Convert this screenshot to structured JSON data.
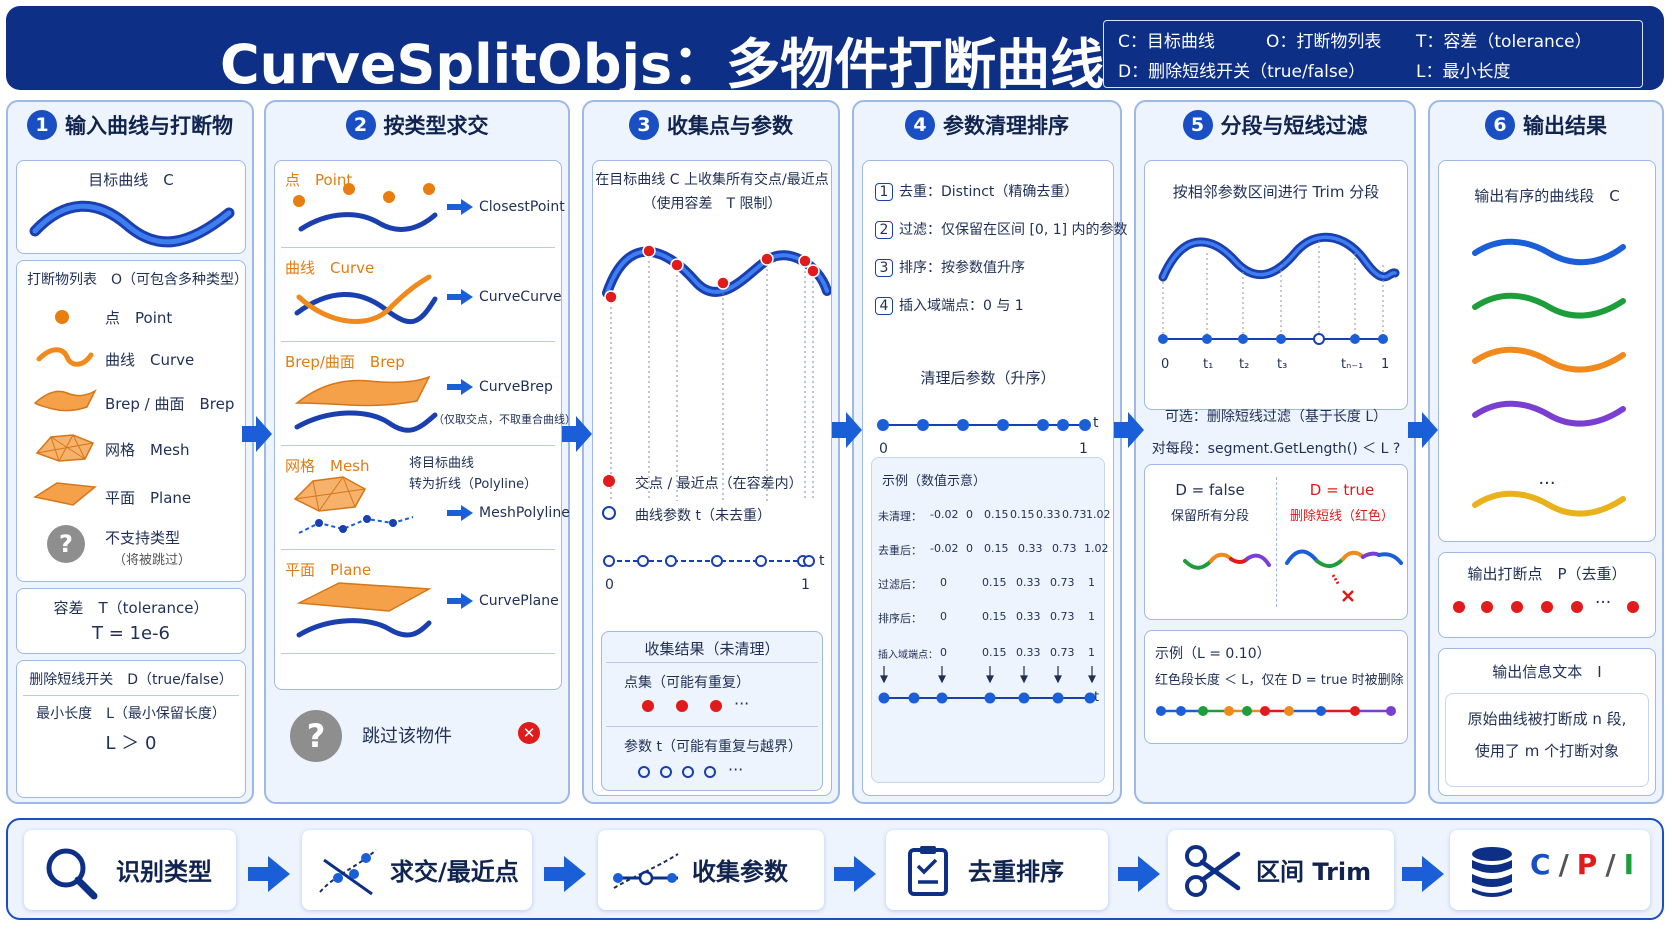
{
  "title": "CurveSplitObjs：多物件打断曲线",
  "legend": {
    "c": "C：目标曲线",
    "o": "O：打断物列表",
    "t": "T：容差（tolerance）",
    "d": "D：删除短线开关（true/false）",
    "l": "L：最小长度"
  },
  "steps": [
    {
      "num": "1",
      "title": "输入曲线与打断物"
    },
    {
      "num": "2",
      "title": "按类型求交"
    },
    {
      "num": "3",
      "title": "收集点与参数"
    },
    {
      "num": "4",
      "title": "参数清理排序"
    },
    {
      "num": "5",
      "title": "分段与短线过滤"
    },
    {
      "num": "6",
      "title": "输出结果"
    }
  ],
  "s1": {
    "target": "目标曲线　C",
    "objlist": "打断物列表　O（可包含多种类型）",
    "types": [
      {
        "label": "点　Point"
      },
      {
        "label": "曲线　Curve"
      },
      {
        "label": "Brep / 曲面　Brep"
      },
      {
        "label": "网格　Mesh"
      },
      {
        "label": "平面　Plane"
      }
    ],
    "unsupported": "不支持类型",
    "unsupported_note": "（将被跳过）",
    "tol_label": "容差　T（tolerance）",
    "tol_value": "T = 1e-6",
    "del_label": "删除短线开关　D（true/false）",
    "minlen_label": "最小长度　L（最小保留长度）",
    "minlen_cond": "L ＞ 0"
  },
  "s2": {
    "rows": [
      {
        "label": "点　Point",
        "method": "ClosestPoint"
      },
      {
        "label": "曲线　Curve",
        "method": "CurveCurve"
      },
      {
        "label": "Brep/曲面　Brep",
        "method": "CurveBrep",
        "note": "（仅取交点，不取重合曲线）"
      },
      {
        "label": "网格　Mesh",
        "method": "MeshPolyline",
        "note": "将目标曲线\n转为折线（Polyline）"
      },
      {
        "label": "平面　Plane",
        "method": "CurvePlane"
      }
    ],
    "skip": "跳过该物件"
  },
  "s3": {
    "desc1": "在目标曲线 C 上收集所有交点/最近点",
    "desc2": "（使用容差　T 限制）",
    "leg_red": "交点 / 最近点（在容差内）",
    "leg_blue": "曲线参数 t（未去重）",
    "ax0": "0",
    "ax1": "1",
    "axt": "t",
    "res_title": "收集结果（未清理）",
    "res_points": "点集（可能有重复）",
    "res_params": "参数 t（可能有重复与越界）",
    "ellipsis": "···"
  },
  "s4": {
    "steps": [
      {
        "n": "1",
        "text": "去重：Distinct（精确去重）"
      },
      {
        "n": "2",
        "text": "过滤：仅保留在区间 [0, 1] 内的参数"
      },
      {
        "n": "3",
        "text": "排序：按参数值升序"
      },
      {
        "n": "4",
        "text": "插入域端点：0 与 1"
      }
    ],
    "clean_title": "清理后参数（升序）",
    "ax0": "0",
    "ax1": "1",
    "axt": "t",
    "ex_title": "示例（数值示意）",
    "ex_rows": [
      {
        "label": "未清理：",
        "vals": [
          "-0.02",
          "0",
          "0.15",
          "0.15",
          "0.33",
          "0.73",
          "1.02"
        ]
      },
      {
        "label": "去重后：",
        "vals": [
          "-0.02",
          "0",
          "0.15",
          "0.33",
          "0.73",
          "1.02"
        ]
      },
      {
        "label": "过滤后：",
        "vals": [
          "0",
          "0.15",
          "0.33",
          "0.73",
          "1"
        ]
      },
      {
        "label": "排序后：",
        "vals": [
          "0",
          "0.15",
          "0.33",
          "0.73",
          "1"
        ]
      },
      {
        "label": "插入域端点：",
        "vals": [
          "0",
          "0.15",
          "0.33",
          "0.73",
          "1"
        ]
      }
    ]
  },
  "s5": {
    "trim_title": "按相邻参数区间进行 Trim 分段",
    "ticks": [
      "0",
      "t₁",
      "t₂",
      "t₃",
      "tₙ₋₁",
      "1"
    ],
    "opt_title": "可选：删除短线过滤（基于长度 L）",
    "opt_check": "对每段：segment.GetLength() ＜ L ?",
    "d_false": "D = false",
    "d_false_note": "保留所有分段",
    "d_true": "D = true",
    "d_true_note": "删除短线（红色）",
    "ex_title": "示例（L = 0.10）",
    "ex_note": "红色段长度 ＜ L，仅在 D = true 时被删除"
  },
  "s6": {
    "seg_title": "输出有序的曲线段　C",
    "ellipsis": "···",
    "pts_title": "输出打断点　P（去重）",
    "info_title": "输出信息文本　I",
    "info_line1": "原始曲线被打断成 n 段,",
    "info_line2": "使用了 m 个打断对象"
  },
  "flow": [
    {
      "label": "识别类型",
      "icon": "search-icon"
    },
    {
      "label": "求交/最近点",
      "icon": "intersect-icon"
    },
    {
      "label": "收集参数",
      "icon": "collect-icon"
    },
    {
      "label": "去重排序",
      "icon": "checklist-icon"
    },
    {
      "label": "区间 Trim",
      "icon": "scissors-icon"
    },
    {
      "label": "C",
      "icon": "database-icon"
    }
  ],
  "flow_out": {
    "c": "C",
    "p": "P",
    "i": "I",
    "slash": "/"
  },
  "colors": {
    "navy": "#0d2f86",
    "blue": "#1a4fc4",
    "orange": "#f08a1c",
    "red": "#e11b1b",
    "green": "#1e9e3a",
    "purple": "#7a3fd0",
    "yellow": "#e9b21a"
  }
}
